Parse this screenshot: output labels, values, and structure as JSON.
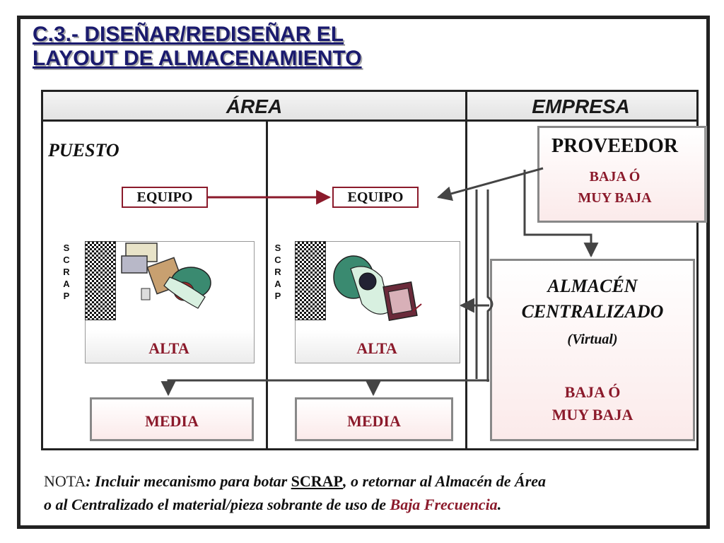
{
  "title": {
    "line1": "C.3.-  DISEÑAR/REDISEÑAR EL",
    "line2": "LAYOUT DE ALMACENAMIENTO"
  },
  "headers": {
    "area": "ÁREA",
    "empresa": "EMPRESA"
  },
  "puesto_label": "PUESTO",
  "workstations": [
    {
      "equipo": "EQUIPO",
      "scrap": [
        "S",
        "C",
        "R",
        "A",
        "P"
      ],
      "level": "ALTA",
      "media": "MEDIA"
    },
    {
      "equipo": "EQUIPO",
      "scrap": [
        "S",
        "C",
        "R",
        "A",
        "P"
      ],
      "level": "ALTA",
      "media": "MEDIA"
    }
  ],
  "proveedor": {
    "title": "PROVEEDOR",
    "line1": "BAJA Ó",
    "line2": "MUY BAJA"
  },
  "almacen": {
    "title1": "ALMACÉN",
    "title2": "CENTRALIZADO",
    "subtitle": "(Virtual)",
    "line1": "BAJA Ó",
    "line2": "MUY BAJA"
  },
  "note": {
    "label": "NOTA",
    "part1": ": Incluir mecanismo para botar ",
    "scrap": "SCRAP",
    "part2": ", o retornar al Almacén de Área",
    "part3": "o al Centralizado el material/pieza sobrante de uso de ",
    "highlight": "Baja Frecuencia",
    "part4": "."
  },
  "colors": {
    "title": "#1a1a6e",
    "accent": "#8b1a2b",
    "frame": "#222222"
  }
}
